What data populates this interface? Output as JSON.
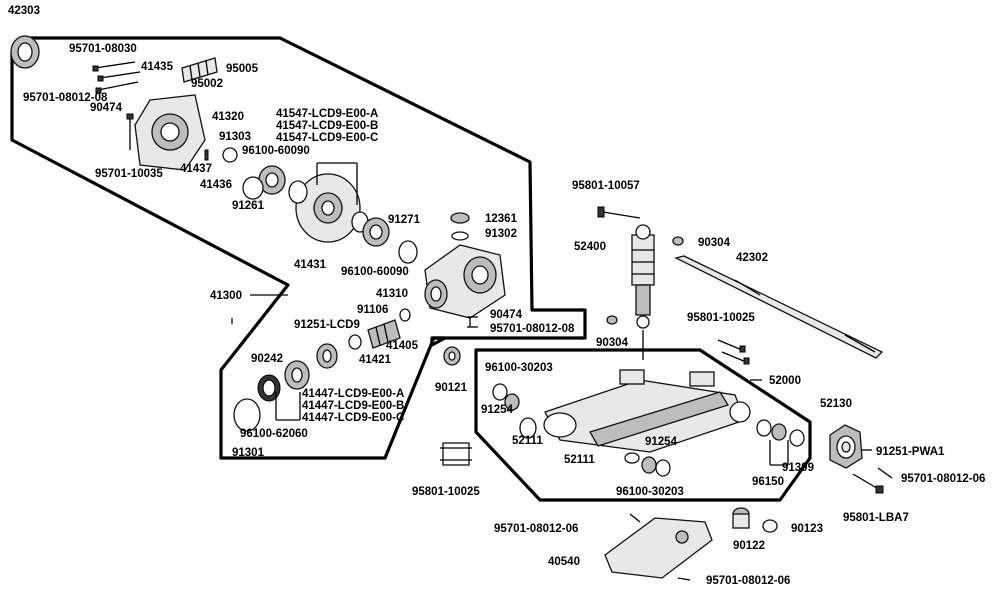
{
  "labels": {
    "p42303": "42303",
    "p95701_08030": "95701-08030",
    "p41435": "41435",
    "p95005": "95005",
    "p95002": "95002",
    "p95701_08012_08a": "95701-08012-08",
    "p90474a": "90474",
    "p41320": "41320",
    "p41547a": "41547-LCD9-E00-A",
    "p41547b": "41547-LCD9-E00-B",
    "p41547c": "41547-LCD9-E00-C",
    "p91303": "91303",
    "p96100_60090a": "96100-60090",
    "p41437": "41437",
    "p41436": "41436",
    "p95701_10035": "95701-10035",
    "p91261": "91261",
    "p91271": "91271",
    "p12361": "12361",
    "p91302": "91302",
    "p41431": "41431",
    "p96100_60090b": "96100-60090",
    "p95801_10057": "95801-10057",
    "p52400": "52400",
    "p90304a": "90304",
    "p42302": "42302",
    "p41300": "41300",
    "p41310": "41310",
    "p91106": "91106",
    "p91251_lcd9": "91251-LCD9",
    "p90474b": "90474",
    "p95701_08012_08b": "95701-08012-08",
    "p41405": "41405",
    "p41421": "41421",
    "p90304b": "90304",
    "p95801_10025a": "95801-10025",
    "p90242": "90242",
    "p41447a": "41447-LCD9-E00-A",
    "p41447b": "41447-LCD9-E00-B",
    "p41447c": "41447-LCD9-E00-C",
    "p96100_62060": "96100-62060",
    "p91301": "91301",
    "p90121": "90121",
    "p96100_30203a": "96100-30203",
    "p91254a": "91254",
    "p52000": "52000",
    "p52111a": "52111",
    "p52130": "52130",
    "p91254b": "91254",
    "p52111b": "52111",
    "p91251_pwa1": "91251-PWA1",
    "p95701_08012_06a": "95701-08012-06",
    "p96100_30203b": "96100-30203",
    "p91309": "91309",
    "p96150": "96150",
    "p95801_10025b": "95801-10025",
    "p95801_lba7": "95801-LBA7",
    "p95701_08012_06b": "95701-08012-06",
    "p90123": "90123",
    "p90122": "90122",
    "p40540": "40540",
    "p95701_08012_06c": "95701-08012-06"
  }
}
